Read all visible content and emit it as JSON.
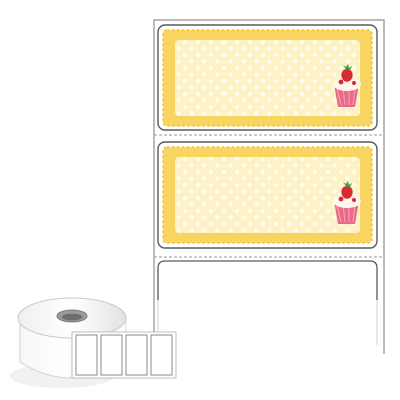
{
  "product": {
    "kind": "direct thermal label roll with cupcake themed labels",
    "labels_per_strip_shown": 3,
    "printed_labels_shown": 2,
    "blank_labels_shown": 1,
    "roll_label_count_visible": 4
  },
  "colors": {
    "background": "#ffffff",
    "liner_stroke": "#8f8f8f",
    "label_stroke": "#5a5a5a",
    "yellow_border": "#f7d560",
    "yellow_inner": "#fdf2c6",
    "dot": "#ffffff",
    "cupcake_pink": "#e96a86",
    "cupcake_cream": "#fff7ee",
    "strawberry_red": "#d72a33",
    "leaf_green": "#36a23a",
    "roll_shadow": "#cfcfcf"
  },
  "icons": {
    "label_decoration": "cupcake-icon",
    "roll": "label-roll-icon"
  }
}
